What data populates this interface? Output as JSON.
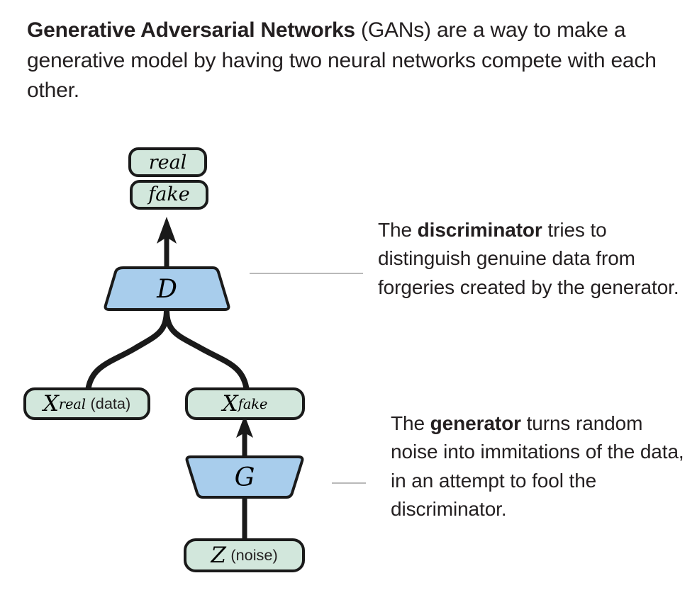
{
  "intro": {
    "bold_lead": "Generative Adversarial Networks",
    "rest": " (GANs) are a way to make a generative model by having two neural networks compete with each other."
  },
  "diagram": {
    "nodes": {
      "real": {
        "label": "real",
        "shape": "rounded-rect",
        "fill": "#d2e7dc",
        "stroke": "#1a1a1a"
      },
      "fake": {
        "label": "fake",
        "shape": "rounded-rect",
        "fill": "#d2e7dc",
        "stroke": "#1a1a1a"
      },
      "discriminator": {
        "label": "D",
        "shape": "trapezoid-up",
        "fill": "#a8cdec",
        "stroke": "#1a1a1a"
      },
      "x_real": {
        "label": "X",
        "subscript": "real",
        "annotation": "(data)",
        "shape": "rounded-rect",
        "fill": "#d2e7dc",
        "stroke": "#1a1a1a"
      },
      "x_fake": {
        "label": "X",
        "subscript": "fake",
        "annotation": "",
        "shape": "rounded-rect",
        "fill": "#d2e7dc",
        "stroke": "#1a1a1a"
      },
      "generator": {
        "label": "G",
        "shape": "trapezoid-down",
        "fill": "#a8cdec",
        "stroke": "#1a1a1a"
      },
      "z_noise": {
        "label": "Z",
        "annotation": "(noise)",
        "shape": "rounded-rect",
        "fill": "#d2e7dc",
        "stroke": "#1a1a1a"
      }
    },
    "edges": [
      {
        "name": "d-to-outputs",
        "from": "discriminator",
        "to": "fake",
        "style": "arrow"
      },
      {
        "name": "xreal-to-d",
        "from": "x_real",
        "to": "discriminator",
        "style": "curve"
      },
      {
        "name": "xfake-to-d",
        "from": "x_fake",
        "to": "discriminator",
        "style": "curve"
      },
      {
        "name": "g-to-xfake",
        "from": "generator",
        "to": "x_fake",
        "style": "arrow"
      },
      {
        "name": "z-to-g",
        "from": "z_noise",
        "to": "generator",
        "style": "line"
      }
    ],
    "leaders": [
      {
        "name": "leader-discriminator",
        "color": "#b9b9b9"
      },
      {
        "name": "leader-generator",
        "color": "#b9b9b9"
      }
    ]
  },
  "notes": {
    "discriminator": {
      "pre": "The ",
      "bold": "discriminator",
      "post": " tries to distinguish genuine data from forgeries created by the generator."
    },
    "generator": {
      "pre": "The ",
      "bold": "generator",
      "post": " turns random noise into immitations of the data, in an attempt to fool the discriminator."
    }
  },
  "colors": {
    "background": "#ffffff",
    "text": "#231f20",
    "node_green": "#d2e7dc",
    "node_blue": "#a8cdec",
    "stroke": "#1a1a1a",
    "leader_line": "#b9b9b9"
  }
}
